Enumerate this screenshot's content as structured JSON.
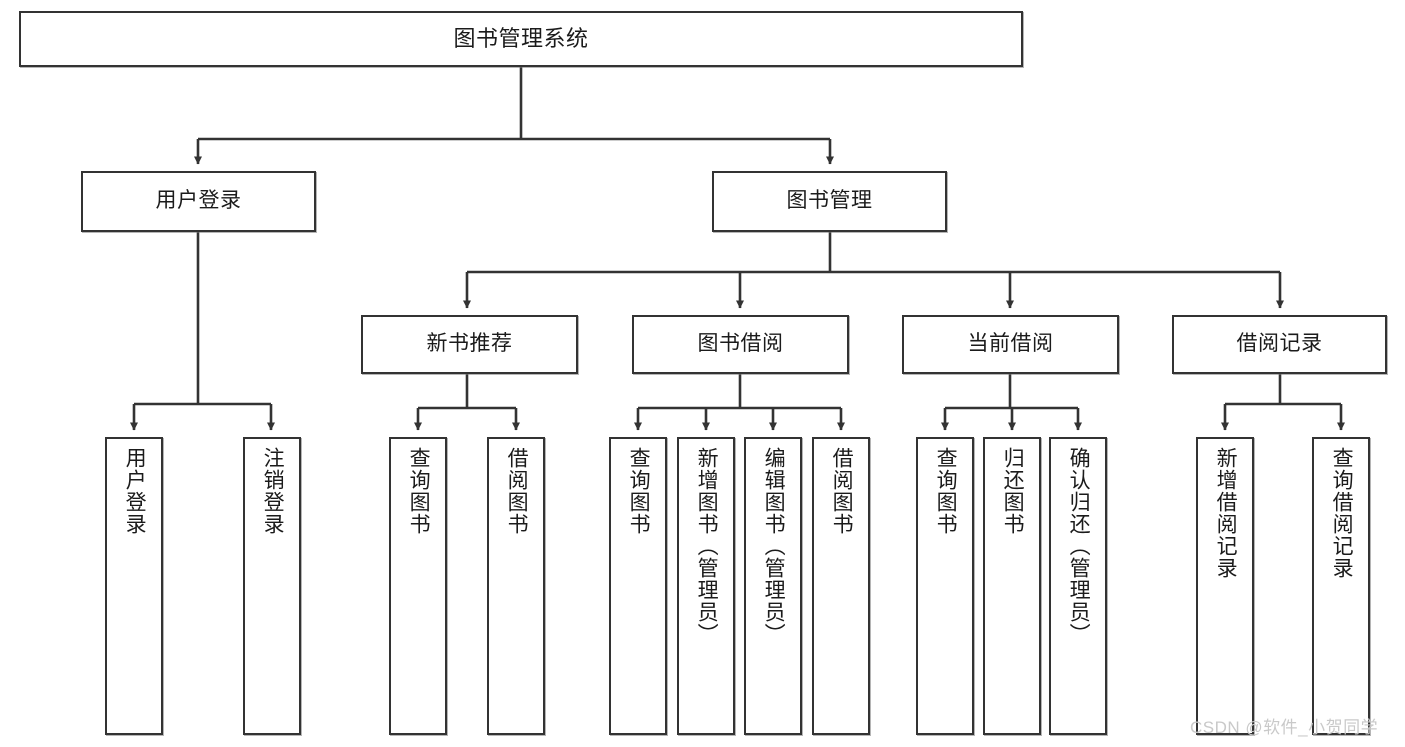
{
  "diagram": {
    "title": "图书管理系统",
    "type": "tree-hierarchy-diagram",
    "watermark": "CSDN @软件_小贺同学",
    "colors": {
      "node_border": "#333333",
      "node_fill": "#ffffff",
      "edge": "#333333",
      "text": "#1b1b1b",
      "watermark": "#c9c9c9",
      "background": "#ffffff"
    }
  },
  "nodes": {
    "root": {
      "label": "图书管理系统"
    },
    "level2": [
      {
        "id": "user-login",
        "label": "用户登录"
      },
      {
        "id": "book-manage",
        "label": "图书管理"
      }
    ],
    "level3": [
      {
        "id": "new-book-recommend",
        "label": "新书推荐"
      },
      {
        "id": "book-borrow",
        "label": "图书借阅"
      },
      {
        "id": "current-borrow",
        "label": "当前借阅"
      },
      {
        "id": "borrow-record",
        "label": "借阅记录"
      }
    ],
    "leaves": {
      "user-login": [
        {
          "id": "leaf-user-login",
          "label": "用户登录"
        },
        {
          "id": "leaf-logout",
          "label": "注销登录"
        }
      ],
      "new-book-recommend": [
        {
          "id": "leaf-query-book-1",
          "label": "查询图书"
        },
        {
          "id": "leaf-borrow-book-1",
          "label": "借阅图书"
        }
      ],
      "book-borrow": [
        {
          "id": "leaf-query-book-2",
          "label": "查询图书"
        },
        {
          "id": "leaf-add-book",
          "label": "新增图书（管理员）"
        },
        {
          "id": "leaf-edit-book",
          "label": "编辑图书（管理员）"
        },
        {
          "id": "leaf-borrow-book-2",
          "label": "借阅图书"
        }
      ],
      "current-borrow": [
        {
          "id": "leaf-query-book-3",
          "label": "查询图书"
        },
        {
          "id": "leaf-return-book",
          "label": "归还图书"
        },
        {
          "id": "leaf-confirm-return",
          "label": "确认归还（管理员）"
        }
      ],
      "borrow-record": [
        {
          "id": "leaf-add-record",
          "label": "新增借阅记录"
        },
        {
          "id": "leaf-query-record",
          "label": "查询借阅记录"
        }
      ]
    }
  }
}
